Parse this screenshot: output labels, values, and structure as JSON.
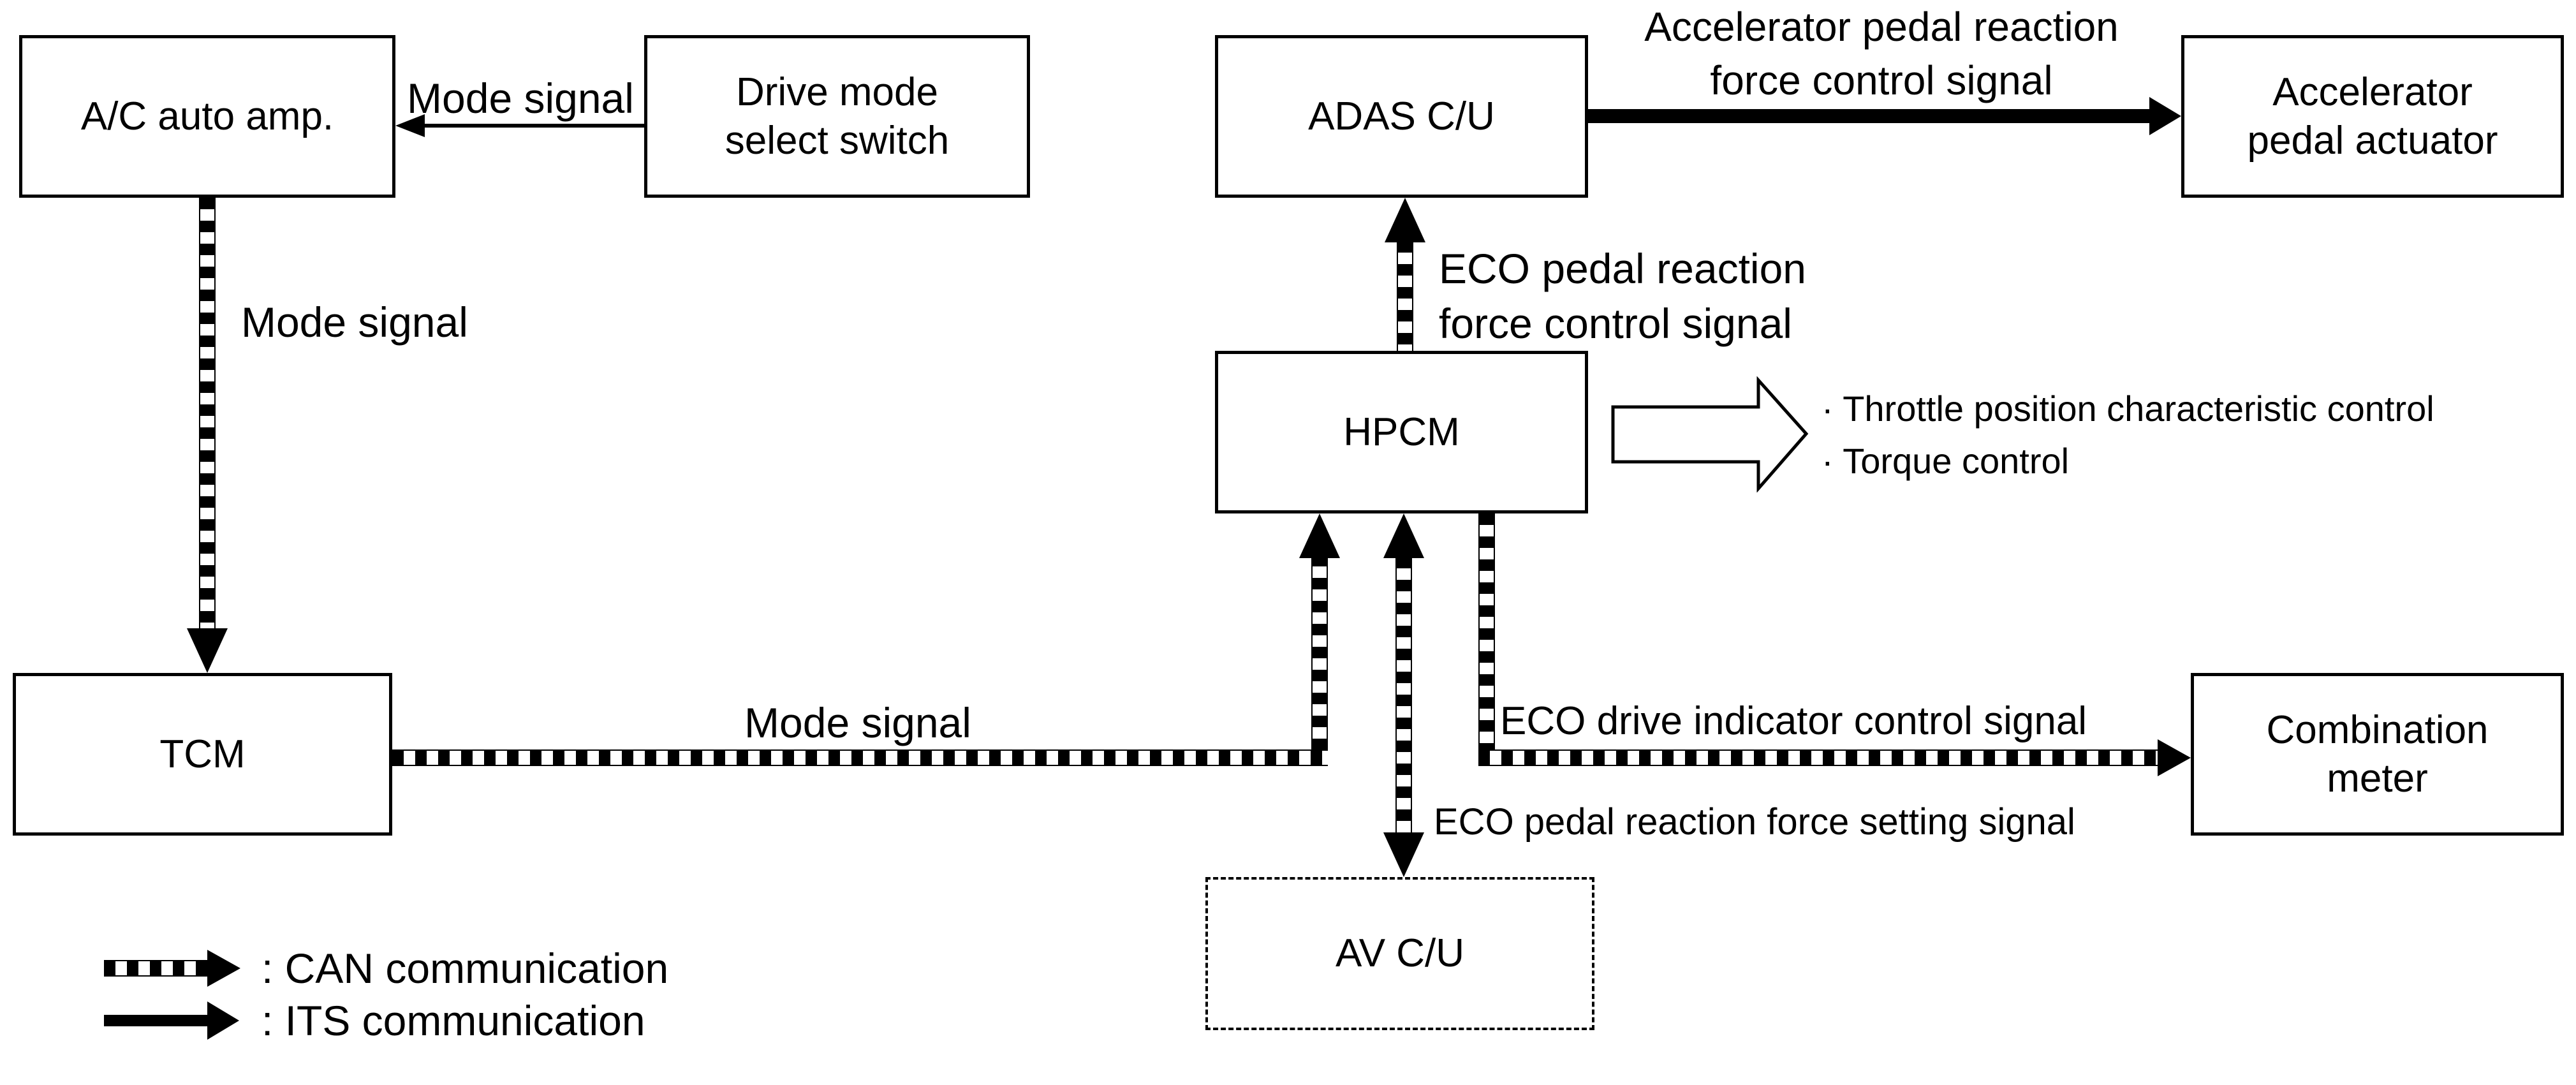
{
  "boxes": {
    "ac": {
      "label": "A/C auto amp."
    },
    "drive": {
      "line1": "Drive mode",
      "line2": "select switch"
    },
    "adas": {
      "label": "ADAS C/U"
    },
    "accel": {
      "line1": "Accelerator",
      "line2": "pedal actuator"
    },
    "hpcm": {
      "label": "HPCM"
    },
    "tcm": {
      "label": "TCM"
    },
    "comb": {
      "line1": "Combination",
      "line2": "meter"
    },
    "av": {
      "label": "AV C/U"
    }
  },
  "labels": {
    "mode_signal_switch_to_ac": "Mode signal",
    "mode_signal_ac_to_tcm": "Mode signal",
    "mode_signal_tcm_to_hpcm": "Mode signal",
    "eco_pedal_reaction_force_control_line1": "ECO pedal reaction",
    "eco_pedal_reaction_force_control_line2": "force control signal",
    "accel_pedal_reaction_line1": "Accelerator pedal reaction",
    "accel_pedal_reaction_line2": "force control signal",
    "hpcm_function_line1": "· Throttle position characteristic control",
    "hpcm_function_line2": "· Torque control",
    "eco_drive_indicator": "ECO drive indicator control signal",
    "eco_pedal_setting": "ECO pedal reaction force setting signal"
  },
  "legend": {
    "can": ": CAN communication",
    "its": ": ITS communication"
  },
  "colors": {
    "line": "#000000",
    "background": "#ffffff"
  }
}
